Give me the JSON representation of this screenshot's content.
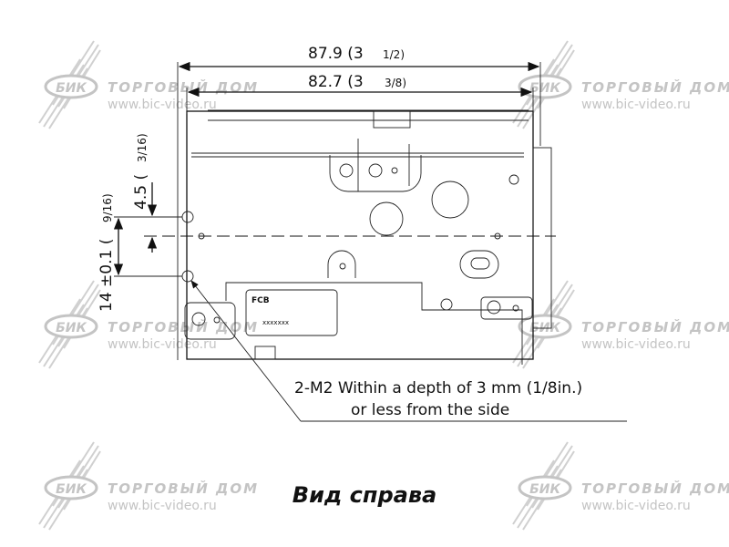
{
  "watermark": {
    "logo": "БИК",
    "company": "ТОРГОВЫЙ ДОМ",
    "url": "www.bic-video.ru"
  },
  "dimensions": {
    "overall_width": {
      "value": "87.9 (3",
      "fraction": "1/2)"
    },
    "inner_width": {
      "value": "82.7 (3",
      "fraction": "3/8)"
    },
    "top_offset": {
      "value": "4.5 (",
      "fraction": "3/16)"
    },
    "hole_pitch": {
      "value": "14 ±0.1 (",
      "fraction": "9/16)"
    }
  },
  "label": {
    "fcb": "FCB",
    "serial": "xxxxxxx"
  },
  "note": {
    "line1": "2-M2 Within a depth of 3 mm (1/8in.)",
    "line2": "or less from the side"
  },
  "caption": "Вид справа"
}
